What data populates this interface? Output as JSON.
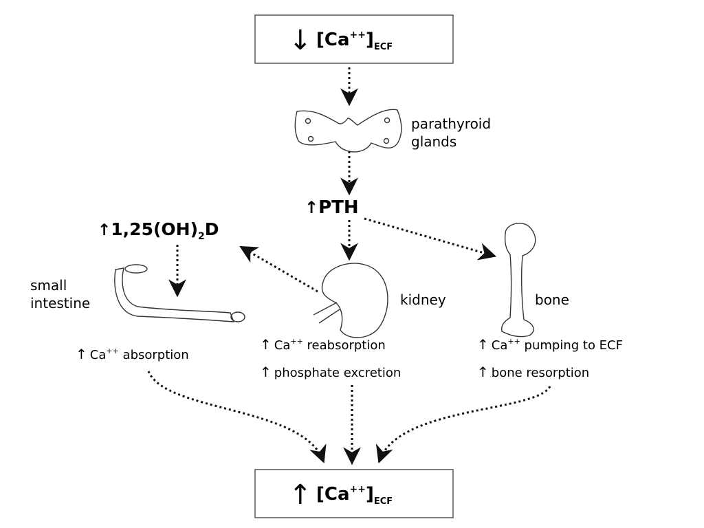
{
  "top_box": {
    "arrow": "↓",
    "text": "[Ca",
    "sup": "++",
    "close": "]",
    "sub": "ECF"
  },
  "bottom_box": {
    "arrow": "↑",
    "text": "[Ca",
    "sup": "++",
    "close": "]",
    "sub": "ECF"
  },
  "parathyroid": {
    "line1": "parathyroid",
    "line2": "glands"
  },
  "pth": {
    "arrow": "↑",
    "label": "PTH"
  },
  "vitd": {
    "arrow": "↑",
    "prefix": "1,25(OH)",
    "sub": "2",
    "suffix": "D"
  },
  "intestine": {
    "line1": "small",
    "line2": "intestine"
  },
  "kidney": {
    "label": "kidney"
  },
  "bone": {
    "label": "bone"
  },
  "effects": {
    "intestine": [
      {
        "arrow": "↑",
        "pre": "Ca",
        "sup": "++",
        "post": " absorption"
      }
    ],
    "kidney": [
      {
        "arrow": "↑",
        "pre": "Ca",
        "sup": "++",
        "post": " reabsorption"
      },
      {
        "arrow": "↑",
        "pre": "phosphate excretion",
        "sup": "",
        "post": ""
      }
    ],
    "bone": [
      {
        "arrow": "↑",
        "pre": "Ca",
        "sup": "++",
        "post": " pumping to ECF"
      },
      {
        "arrow": "↑",
        "pre": "bone resorption",
        "sup": "",
        "post": ""
      }
    ]
  }
}
